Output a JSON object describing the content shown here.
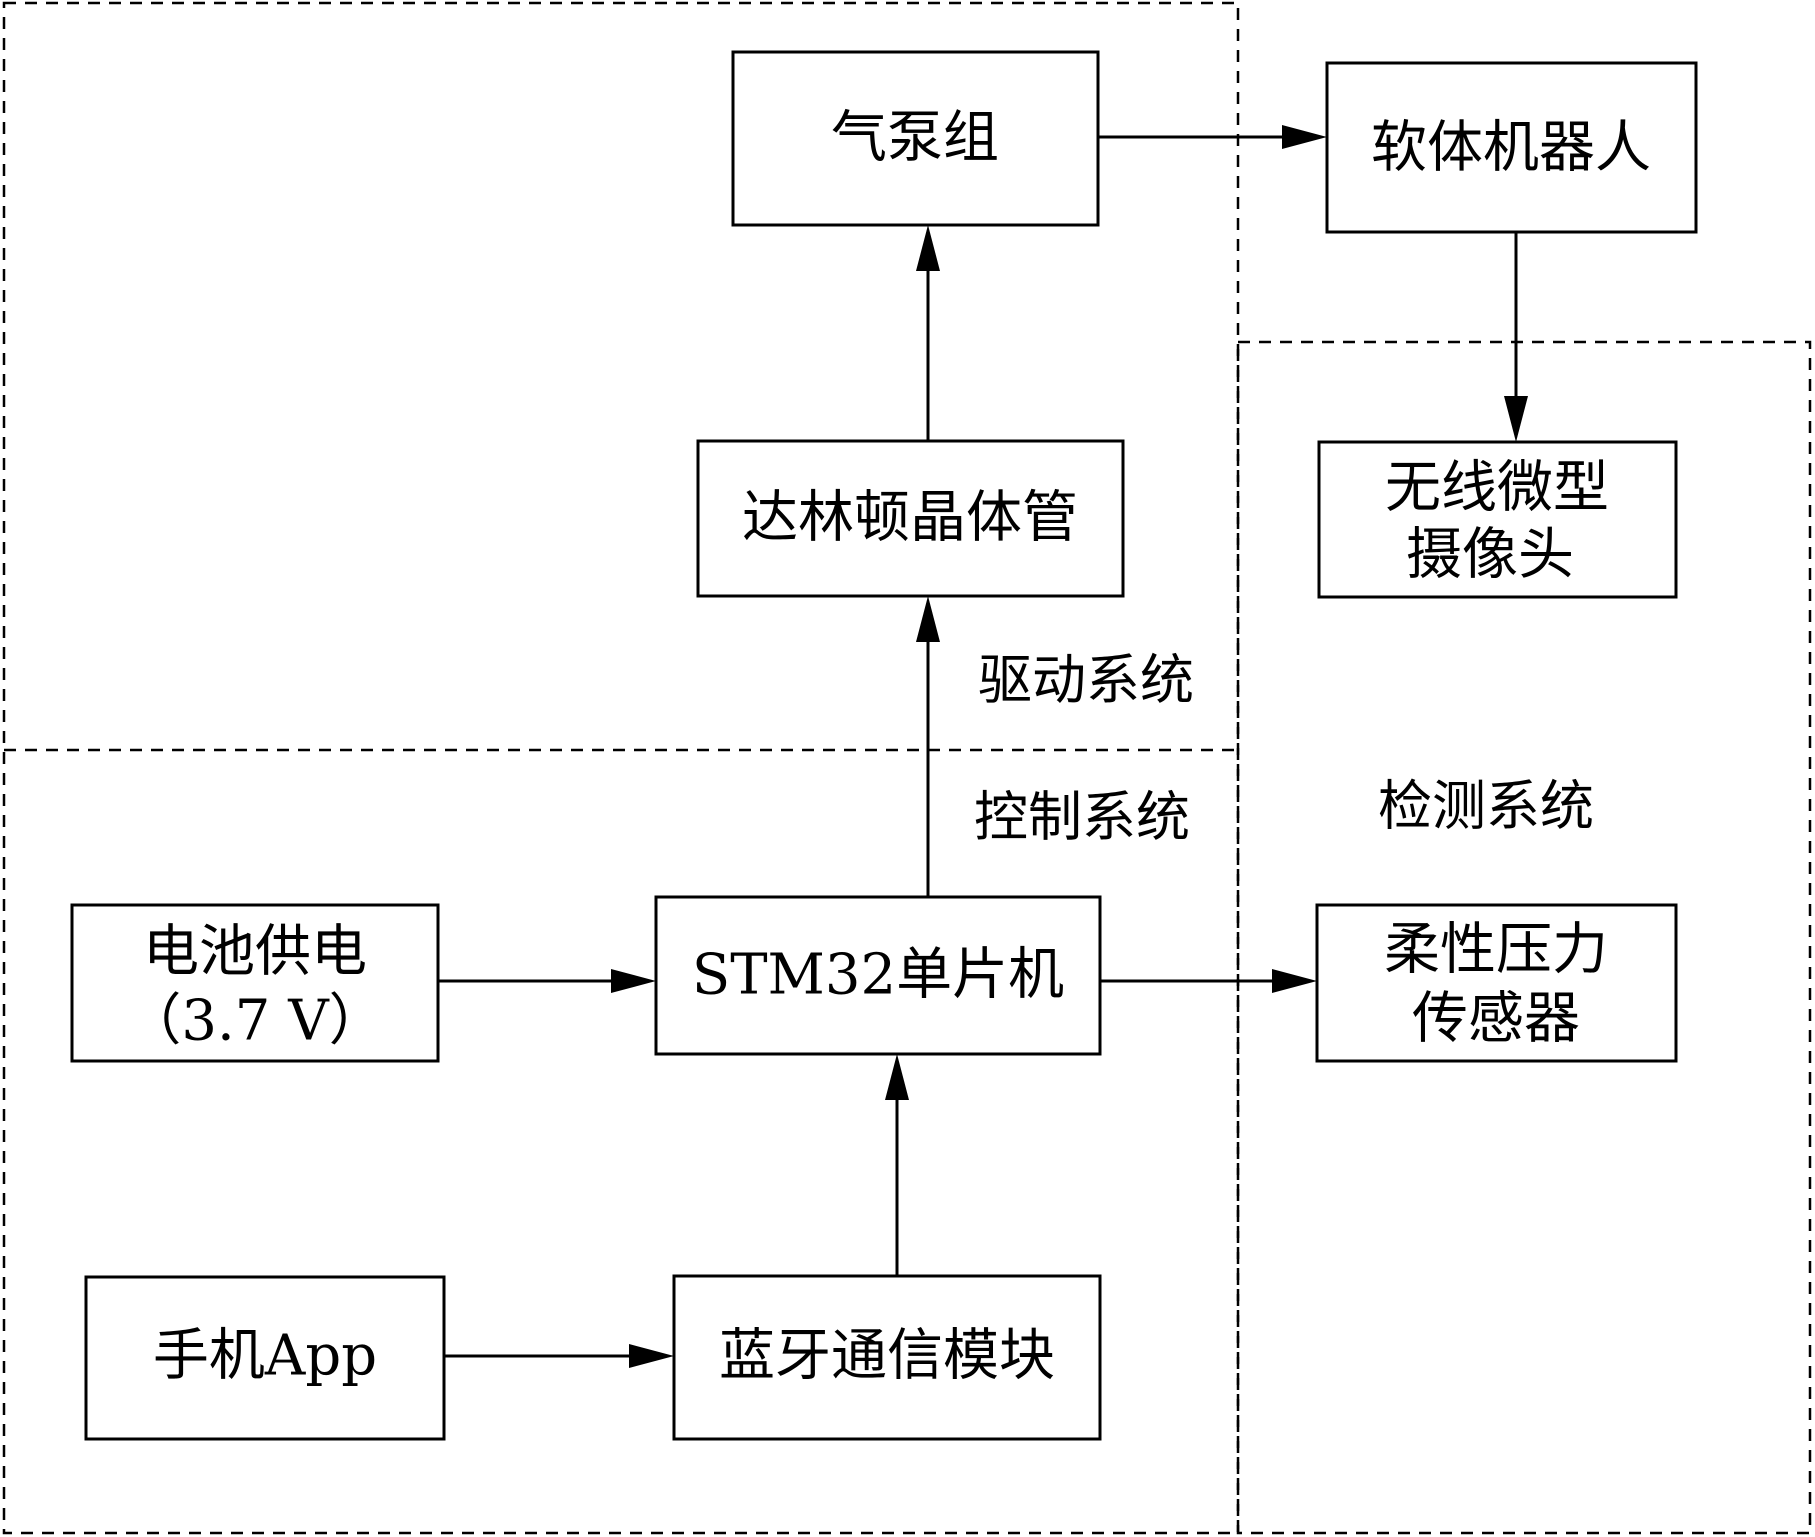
{
  "nodes": {
    "air_pump_group": "气泵组",
    "soft_robot": "软体机器人",
    "darlington_transistor": "达林顿晶体管",
    "wireless_camera": [
      "无线微型",
      "摄像头"
    ],
    "battery_supply": [
      "电池供电",
      "（3.7 V）"
    ],
    "stm32_mcu": "STM32单片机",
    "flexible_pressure_sensor": [
      "柔性压力",
      "传感器"
    ],
    "phone_app": "手机App",
    "bluetooth_module": "蓝牙通信模块"
  },
  "regions": {
    "drive_system": "驱动系统",
    "control_system": "控制系统",
    "detection_system": "检测系统"
  }
}
